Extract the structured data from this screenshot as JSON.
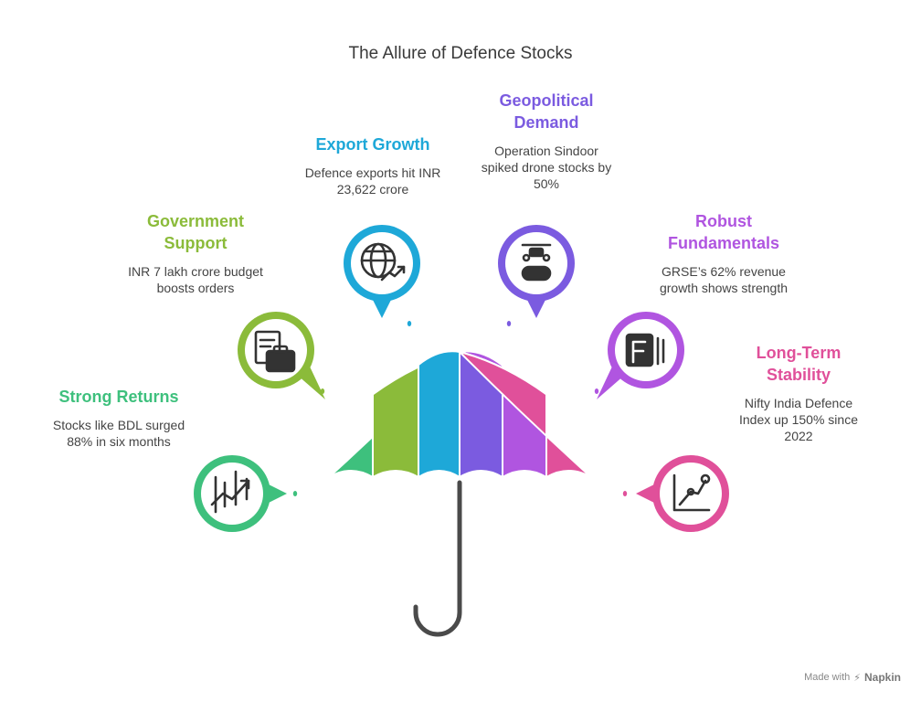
{
  "title": "The Allure of Defence Stocks",
  "colors": {
    "strong_returns": "#3ec07d",
    "government_support": "#8bbb3a",
    "export_growth": "#1ea8d8",
    "geopolitical_demand": "#7b5be0",
    "robust_fundamentals": "#b055e0",
    "long_term_stability": "#e0509a",
    "handle": "#4a4a4a"
  },
  "items": [
    {
      "heading": "Strong Returns",
      "desc": "Stocks like BDL surged\n88% in six months",
      "icon": "candlestick-chart-icon"
    },
    {
      "heading": "Government\nSupport",
      "desc": "INR 7 lakh crore budget\nboosts orders",
      "icon": "briefcase-documents-icon"
    },
    {
      "heading": "Export Growth",
      "desc": "Defence exports hit INR\n23,622 crore",
      "icon": "globe-growth-icon"
    },
    {
      "heading": "Geopolitical\nDemand",
      "desc": "Operation Sindoor\nspiked drone stocks by\n50%",
      "icon": "drone-controller-icon"
    },
    {
      "heading": "Robust\nFundamentals",
      "desc": "GRSE’s 62% revenue\ngrowth shows strength",
      "icon": "book-icon"
    },
    {
      "heading": "Long-Term\nStability",
      "desc": "Nifty India Defence\nIndex up 150% since\n2022",
      "icon": "line-chart-icon"
    }
  ],
  "footer": {
    "made_with": "Made with",
    "brand": "Napkin"
  }
}
